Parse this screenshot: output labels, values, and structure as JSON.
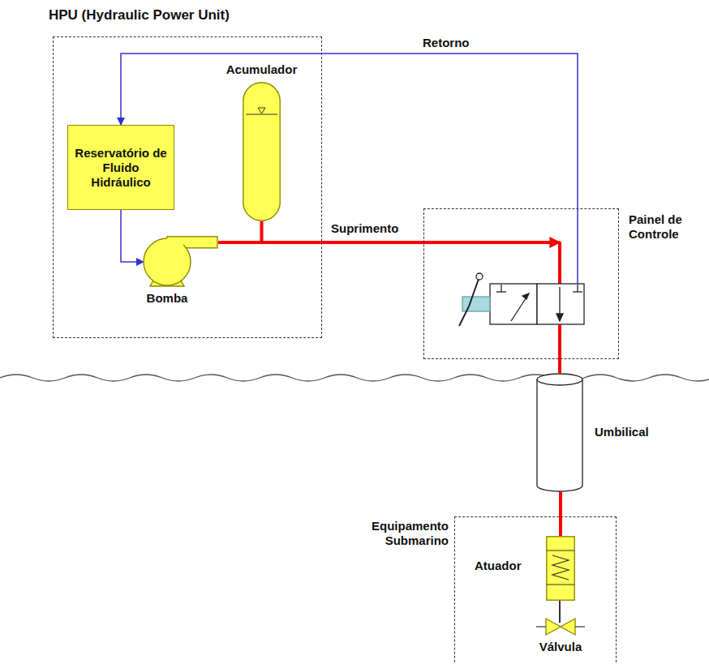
{
  "diagram": {
    "nodes": [
      {
        "text": [
          "HPU (Hydraulic Power Unit)"
        ]
      },
      {
        "text": [
          "Reservatório de Fluido Hidráulico"
        ],
        "in": 0
      },
      {
        "text": [
          "Acumulador"
        ],
        "in": 0
      },
      {
        "text": [
          "Bomba"
        ],
        "in": 0
      },
      {
        "text": [
          "Painel de Controle"
        ]
      },
      {
        "text": [
          "Umbilical"
        ]
      },
      {
        "text": [
          "Equipamento Submarino"
        ]
      },
      {
        "text": [
          "Atuador"
        ],
        "in": 6
      },
      {
        "text": [
          "Válvula"
        ],
        "in": 6
      }
    ],
    "edges": [
      {
        "from": 1,
        "to": 3,
        "arrow": "to"
      },
      {
        "from": 3,
        "to": 4,
        "label": "Suprimento",
        "arrow": "to"
      },
      {
        "from": 2,
        "to": 3,
        "arrow": "none"
      },
      {
        "from": 4,
        "to": 1,
        "label": "Retorno",
        "arrow": "to"
      },
      {
        "from": 4,
        "to": 5,
        "arrow": "none"
      },
      {
        "from": 5,
        "to": 7,
        "arrow": "none"
      }
    ]
  }
}
